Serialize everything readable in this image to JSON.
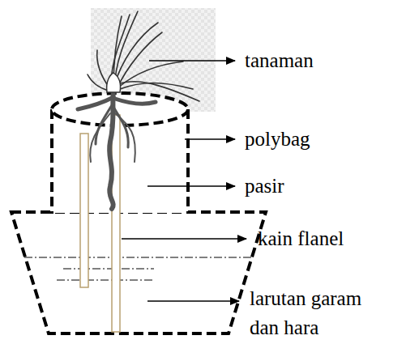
{
  "diagram": {
    "labels": [
      "tanaman",
      "polybag",
      "pasir",
      "kain flanel",
      "larutan garam dan hara"
    ]
  }
}
